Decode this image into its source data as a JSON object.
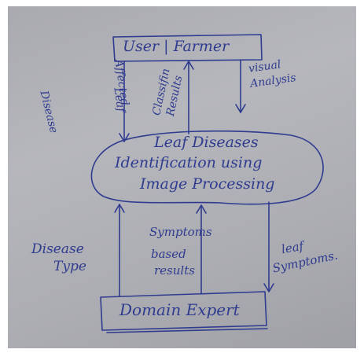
{
  "nodes": {
    "user": "User | Farmer",
    "center_line1": "Leaf Diseases",
    "center_line2": "Identification using",
    "center_line3": "Image Processing",
    "expert": "Domain Expert"
  },
  "edges": {
    "disease_affected_line1": "Disease",
    "disease_affected_line2": "Affected",
    "disease_affected_line3": "Leaf",
    "classification_line1": "Classifin",
    "classification_line2": "Results",
    "visual_line1": "visual",
    "visual_line2": "Analysis",
    "disease_type_line1": "Disease",
    "disease_type_line2": "Type",
    "symptoms_line1": "Symptoms",
    "symptoms_line2": "based",
    "symptoms_line3": "results",
    "leaf_symptoms_line1": "leaf",
    "leaf_symptoms_line2": "Symptoms."
  },
  "colors": {
    "ink": "#2f3b8f",
    "paper": "#b0b1b6"
  }
}
